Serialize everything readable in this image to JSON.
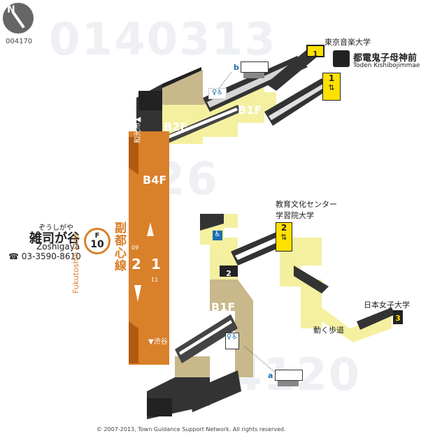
{
  "compass": {
    "north": "N",
    "code": "004170"
  },
  "station": {
    "kana": "ぞうしがや",
    "name": "雑司が谷",
    "romaji": "Zoshigaya",
    "phone": "03-3590-8610",
    "line_code": "F",
    "station_number": "10"
  },
  "line": {
    "name_ja": "副都心線",
    "name_en": "Fukutoshin Line",
    "toward_north": "和光市",
    "toward_south": "渋谷",
    "track_left": "2",
    "track_right": "1",
    "prev_station": "09",
    "next_station": "11"
  },
  "floors": {
    "b4f": "B4F",
    "b2f": "B2F",
    "b1f_top": "B1F",
    "b1f_bottom": "B1F"
  },
  "exits": {
    "exit1": {
      "number": "1",
      "dest": "東京音楽大学"
    },
    "exit2": {
      "number": "2",
      "dest_line1": "教育文化センター",
      "dest_line2": "学習院大学"
    },
    "exit3": {
      "number": "3",
      "dest": "日本女子大学"
    },
    "exit_mid_2": "2"
  },
  "tram": {
    "name": "都電鬼子母神前",
    "romaji": "Toden Kishibojimmae"
  },
  "toilets": {
    "a": "a",
    "b": "b"
  },
  "walkway": "動く歩道",
  "copyright": "© 2007-2013, Town Guidance Support Network. All rights reserved.",
  "watermark": {
    "top": "0140313",
    "mid": "26",
    "bottom": "4120"
  },
  "colors": {
    "platform": "#d9802b",
    "concourse": "#c8b88a",
    "passage": "#f4f0a0",
    "exit_yellow": "#ffe100"
  }
}
